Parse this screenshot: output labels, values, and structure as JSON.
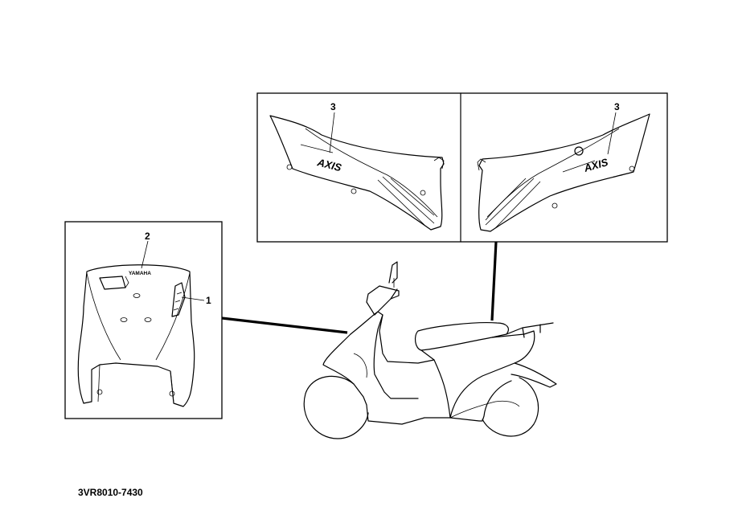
{
  "callouts": {
    "front_cover_label_1": "1",
    "front_cover_label_2": "2",
    "left_side_label_3": "3",
    "right_side_label_3": "3"
  },
  "decal_text": {
    "yamaha": "YAMAHA",
    "axis_left": "AXIS",
    "axis_right": "AXIS"
  },
  "reference_code": "3VR8010-7430",
  "colors": {
    "line": "#000000",
    "background": "#ffffff"
  }
}
